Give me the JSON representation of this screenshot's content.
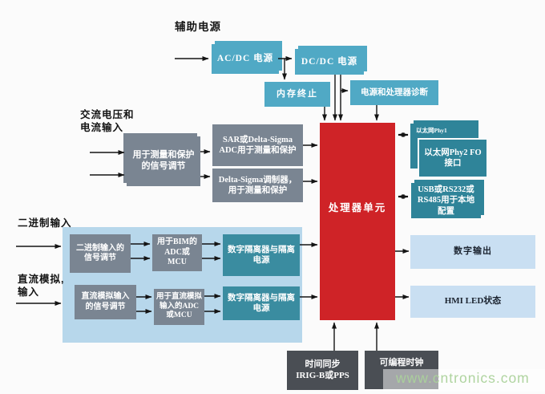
{
  "watermark": {
    "text": "www.cntronics.com",
    "color": "#abd29b"
  },
  "labels": {
    "aux_power": "辅助电源",
    "ac_input": {
      "line1": "交流电压和",
      "line2": "电流输入"
    },
    "binary_input": "二进制输入",
    "dc_analog_input": {
      "line1": "直流模拟,",
      "line2": "输入"
    }
  },
  "boxes": {
    "acdc": "AC/DC 电源",
    "dcdc": "DC/DC 电源",
    "memory_termination": "内存终止",
    "power_processor_diagnostics": "电源和处理器诊断",
    "ac_signal_conditioning": "用于测量和保护的信号调节",
    "sar_adc": "SAR或Delta-Sigma ADC用于测量和保护",
    "delta_sigma_modulator": "Delta-Sigma调制器，用于测量和保护",
    "processor_unit": "处理器单元",
    "ethernet_phy1": "以太网Phy1",
    "ethernet_phy2": {
      "line1": "以太网Phy2 FO",
      "line2": "接口"
    },
    "usb_rs232": "USB或RS232或RS485用于本地配置",
    "digital_output": "数字输出",
    "hmi_led_status": "HMI LED状态",
    "binary_signal_conditioning": "二进制输入的信号调节",
    "bim_adc_mcu": "用于BIM的ADC或MCU",
    "digital_isolator_top": "数字隔离器与隔离电源",
    "dc_signal_conditioning": "直流模拟输入的信号调节",
    "dc_adc_mcu": "用于直流模拟输入的ADC或MCU",
    "digital_isolator_bottom": "数字隔离器与隔离电源",
    "time_sync": {
      "line1": "时间同步",
      "line2": "IRIG-B或PPS"
    },
    "programmable_clock": "可编程时钟"
  },
  "colors": {
    "teal_light": "#50a9c5",
    "teal_dark": "#2f8499",
    "isolator_teal": "#3a8ca0",
    "slate_gray": "#7a8592",
    "processor_red": "#cf2327",
    "light_blue_box": "#c9dff2",
    "group_background": "#b7d7eb",
    "dark_gray_box": "#4a4e54",
    "line_black": "#141414"
  }
}
